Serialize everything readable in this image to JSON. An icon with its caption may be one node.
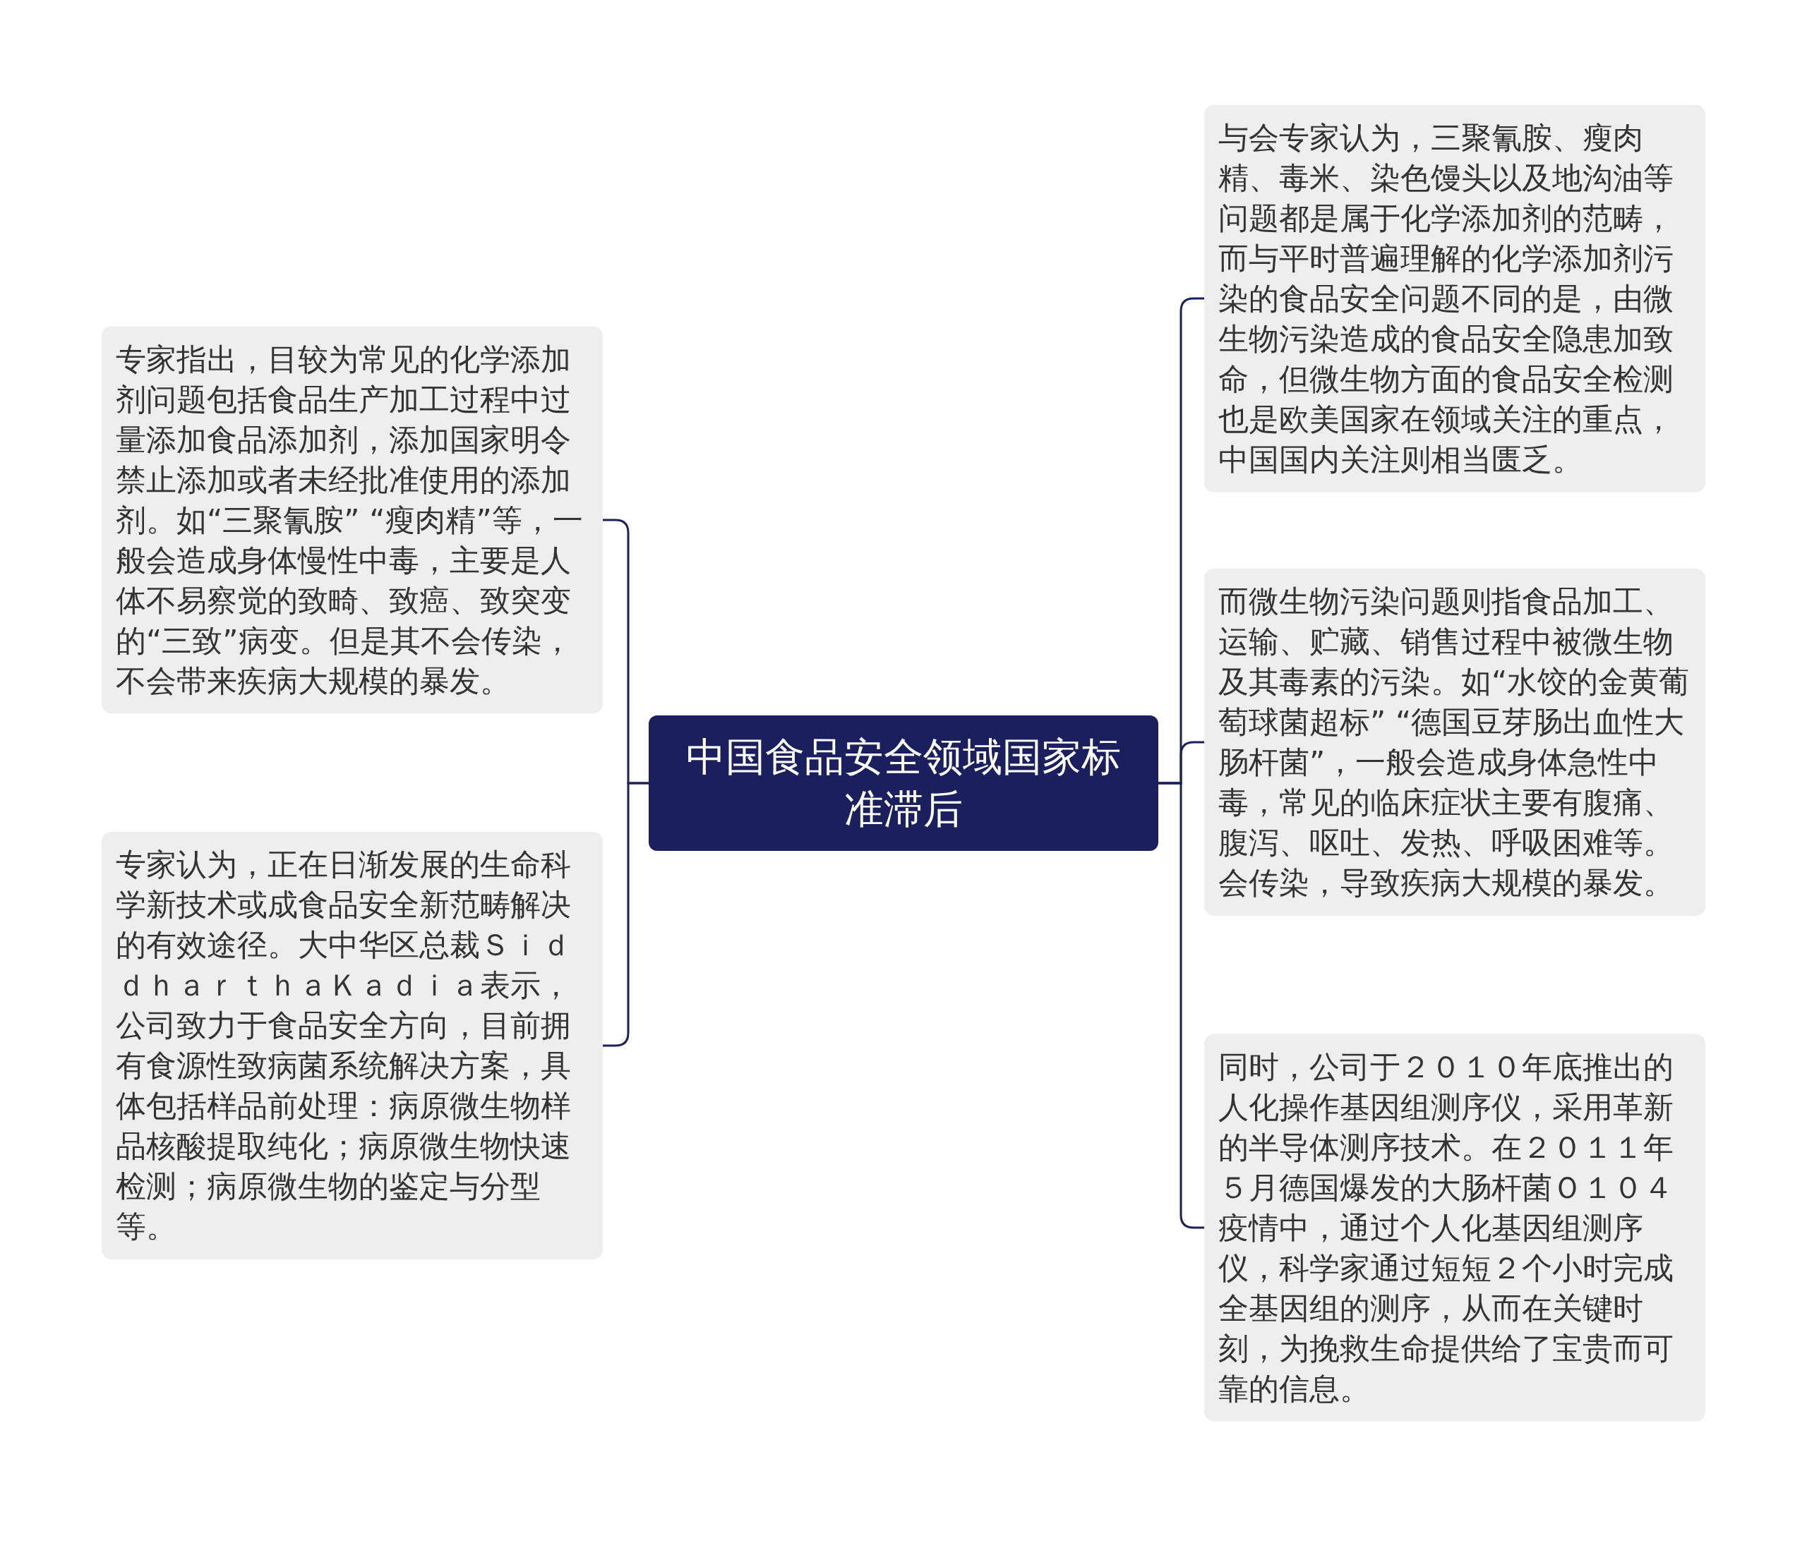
{
  "diagram": {
    "nodes": [
      {
        "text": [
          "中国食品安全领域国家标准滞后"
        ]
      },
      {
        "text": [
          "专家指出，目较为常见的化学添加剂问题包括食品生产加工过程中过量添加食品添加剂，添加国家明令禁止添加或者未经批准使用的添加剂。如“三聚氰胺” “瘦肉精”等，一般会造成身体慢性中毒，主要是人体不易察觉的致畸、致癌、致突变的“三致”病变。但是其不会传染，不会带来疾病大规模的暴发。"
        ]
      },
      {
        "text": [
          "专家认为，正在日渐发展的生命科学新技术或成食品安全新范畴解决的有效途径。大中华区总裁ＳｉｄｄｈａｒｔｈａＫａｄｉａ表示，公司致力于食品安全方向，目前拥有食源性致病菌系统解决方案，具体包括样品前处理：病原微生物样品核酸提取纯化；病原微生物快速检测；病原微生物的鉴定与分型等。"
        ]
      },
      {
        "text": [
          "与会专家认为，三聚氰胺、瘦肉精、毒米、染色馒头以及地沟油等问题都是属于化学添加剂的范畴，而与平时普遍理解的化学添加剂污染的食品安全问题不同的是，由微生物污染造成的食品安全隐患加致命，但微生物方面的食品安全检测也是欧美国家在领域关注的重点，中国国内关注则相当匮乏。"
        ]
      },
      {
        "text": [
          "而微生物污染问题则指食品加工、运输、贮藏、销售过程中被微生物及其毒素的污染。如“水饺的金黄葡萄球菌超标” “德国豆芽肠出血性大肠杆菌”，一般会造成身体急性中毒，常见的临床症状主要有腹痛、腹泻、呕吐、发热、呼吸困难等。会传染，导致疾病大规模的暴发。"
        ]
      },
      {
        "text": [
          "同时，公司于２０１０年底推出的人化操作基因组测序仪，采用革新的半导体测序技术。在２０１１年５月德国爆发的大肠杆菌Ｏ１０４疫情中，通过个人化基因组测序仪，科学家通过短短２个小时完成全基因组的测序，从而在关键时刻，为挽救生命提供给了宝贵而可靠的信息。"
        ]
      }
    ],
    "edges": [
      {
        "from": 0,
        "to": 1,
        "arrow": "none"
      },
      {
        "from": 0,
        "to": 2,
        "arrow": "none"
      },
      {
        "from": 0,
        "to": 3,
        "arrow": "none"
      },
      {
        "from": 0,
        "to": 4,
        "arrow": "none"
      },
      {
        "from": 0,
        "to": 5,
        "arrow": "none"
      }
    ]
  }
}
